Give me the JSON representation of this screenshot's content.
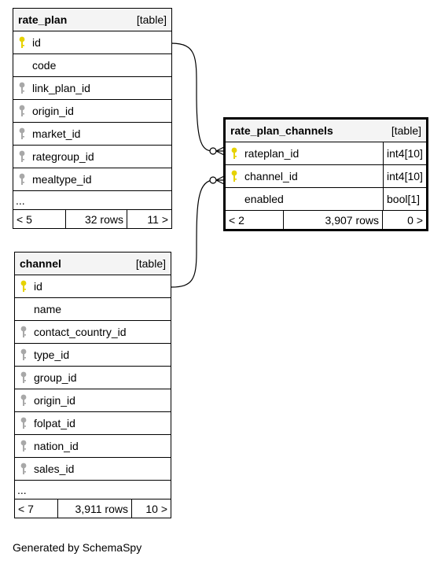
{
  "tables": {
    "rate_plan": {
      "name": "rate_plan",
      "kind": "[table]",
      "columns": [
        {
          "name": "id",
          "key": "primary"
        },
        {
          "name": "code",
          "key": "none"
        },
        {
          "name": "link_plan_id",
          "key": "foreign"
        },
        {
          "name": "origin_id",
          "key": "foreign"
        },
        {
          "name": "market_id",
          "key": "foreign"
        },
        {
          "name": "rategroup_id",
          "key": "foreign"
        },
        {
          "name": "mealtype_id",
          "key": "foreign"
        }
      ],
      "ellipsis": "...",
      "footer": {
        "parents": "< 5",
        "rows": "32 rows",
        "children": "11 >"
      }
    },
    "rate_plan_channels": {
      "name": "rate_plan_channels",
      "kind": "[table]",
      "columns": [
        {
          "name": "rateplan_id",
          "type": "int4[10]",
          "key": "primary"
        },
        {
          "name": "channel_id",
          "type": "int4[10]",
          "key": "primary"
        },
        {
          "name": "enabled",
          "type": "bool[1]",
          "key": "none"
        }
      ],
      "footer": {
        "parents": "< 2",
        "rows": "3,907 rows",
        "children": "0 >"
      }
    },
    "channel": {
      "name": "channel",
      "kind": "[table]",
      "columns": [
        {
          "name": "id",
          "key": "primary"
        },
        {
          "name": "name",
          "key": "none"
        },
        {
          "name": "contact_country_id",
          "key": "foreign"
        },
        {
          "name": "type_id",
          "key": "foreign"
        },
        {
          "name": "group_id",
          "key": "foreign"
        },
        {
          "name": "origin_id",
          "key": "foreign"
        },
        {
          "name": "folpat_id",
          "key": "foreign"
        },
        {
          "name": "nation_id",
          "key": "foreign"
        },
        {
          "name": "sales_id",
          "key": "foreign"
        }
      ],
      "ellipsis": "...",
      "footer": {
        "parents": "< 7",
        "rows": "3,911 rows",
        "children": "10 >"
      }
    }
  },
  "colors": {
    "primary_key": "#e6d200",
    "foreign_key": "#a8a8a8",
    "header_bg": "#f4f4f4"
  },
  "credit": "Generated by SchemaSpy"
}
